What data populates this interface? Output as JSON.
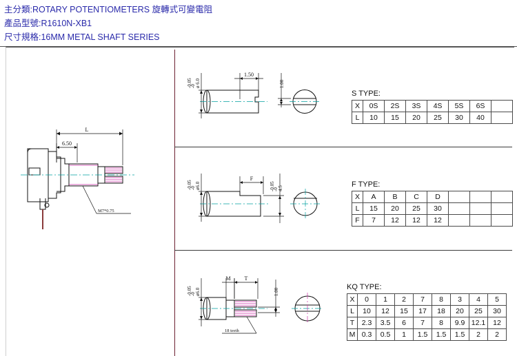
{
  "header": {
    "line1": "主分類:ROTARY POTENTIOMETERS 旋轉式可變電阻",
    "line2": "產品型號:R1610N-XB1",
    "line3": "尺寸規格:16MM METAL SHAFT SERIES"
  },
  "main_drawing": {
    "dim_L": "L",
    "dim_650": "6.50",
    "thread": "M7*0.75"
  },
  "s_drawing": {
    "diameter": "ø 6.0",
    "tolerance": "-0",
    "tolerance2": "-0.05",
    "slot_width": "1.50",
    "slot_depth": "1.00"
  },
  "f_drawing": {
    "diameter": "ø6.0",
    "tolerance": "-0",
    "tolerance2": "-0.05",
    "flat_label": "F",
    "flat_dim": "4.5",
    "flat_tol": "-0",
    "flat_tol2": "-0.05"
  },
  "kq_drawing": {
    "diameter": "ø6.0",
    "tolerance": "-0",
    "tolerance2": "-0.05",
    "dim_M": "M",
    "dim_T": "T",
    "dim_100": "1.00",
    "teeth": "18 teeth"
  },
  "tables": {
    "s_type": {
      "title": "S TYPE:",
      "rows": [
        {
          "label": "X",
          "values": [
            "0S",
            "2S",
            "3S",
            "4S",
            "5S",
            "6S",
            ""
          ]
        },
        {
          "label": "L",
          "values": [
            "10",
            "15",
            "20",
            "25",
            "30",
            "40",
            ""
          ]
        }
      ]
    },
    "f_type": {
      "title": "F TYPE:",
      "rows": [
        {
          "label": "X",
          "values": [
            "A",
            "B",
            "C",
            "D",
            "",
            "",
            ""
          ]
        },
        {
          "label": "L",
          "values": [
            "15",
            "20",
            "25",
            "30",
            "",
            "",
            ""
          ]
        },
        {
          "label": "F",
          "values": [
            "7",
            "12",
            "12",
            "12",
            "",
            "",
            ""
          ]
        }
      ]
    },
    "kq_type": {
      "title": "KQ TYPE:",
      "rows": [
        {
          "label": "X",
          "values": [
            "0",
            "1",
            "2",
            "7",
            "8",
            "3",
            "4",
            "5"
          ]
        },
        {
          "label": "L",
          "values": [
            "10",
            "12",
            "15",
            "17",
            "18",
            "20",
            "25",
            "30"
          ]
        },
        {
          "label": "T",
          "values": [
            "2.3",
            "3.5",
            "6",
            "7",
            "8",
            "9.9",
            "12.1",
            "12"
          ]
        },
        {
          "label": "M",
          "values": [
            "0.3",
            "0.5",
            "1",
            "1.5",
            "1.5",
            "1.5",
            "2",
            "2"
          ]
        }
      ]
    }
  },
  "colors": {
    "header_text": "#2a2aaa",
    "line": "#111111",
    "hatch": "#cc33aa",
    "centerline": "#00a0a0",
    "divider": "#6b2030"
  }
}
